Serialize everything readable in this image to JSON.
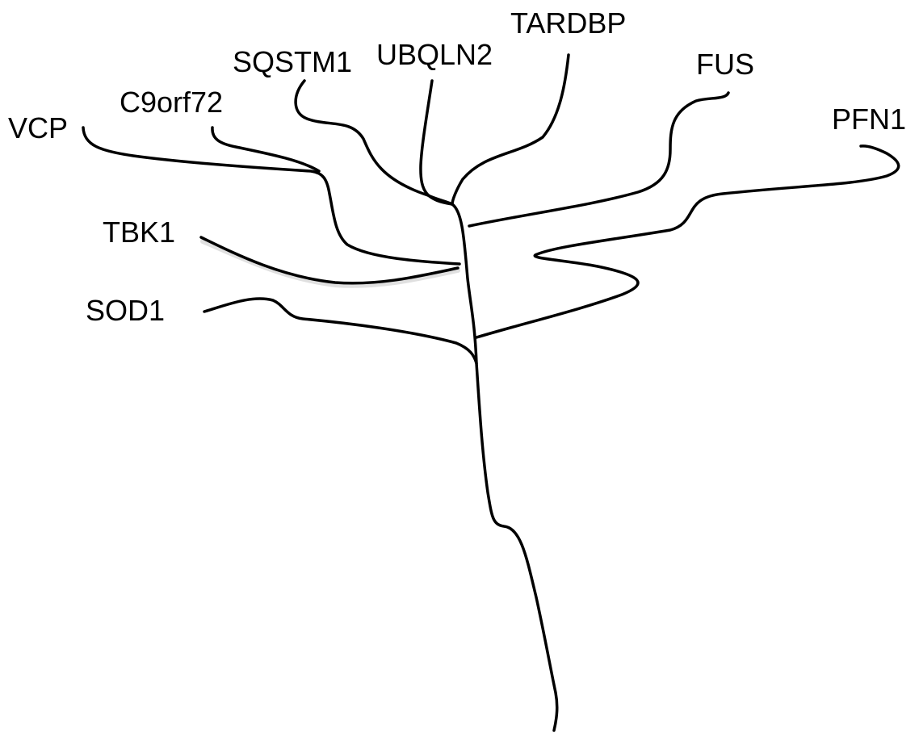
{
  "diagram": {
    "type": "phylogenetic-tree",
    "line_color": "#000000",
    "background_color": "#ffffff",
    "genes": {
      "vcp": "VCP",
      "c9orf72": "C9orf72",
      "sqstm1": "SQSTM1",
      "ubqln2": "UBQLN2",
      "tardbp": "TARDBP",
      "fus": "FUS",
      "pfn1": "PFN1",
      "tbk1": "TBK1",
      "sod1": "SOD1"
    }
  }
}
